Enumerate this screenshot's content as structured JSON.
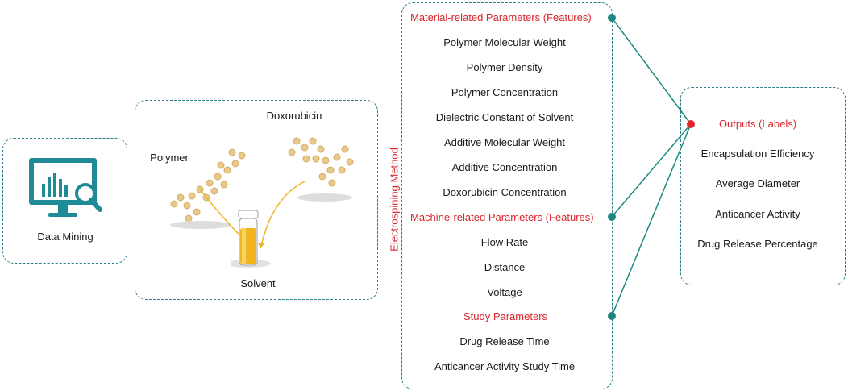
{
  "data_mining": {
    "label": "Data Mining",
    "icon": "monitor-chart-magnifier-icon"
  },
  "chemistry": {
    "polymer_label": "Polymer",
    "doxorubicin_label": "Doxorubicin",
    "solvent_label": "Solvent"
  },
  "method": {
    "label": "Electrospining Method"
  },
  "features": {
    "material_heading": "Material-related Parameters (Features)",
    "material_items": [
      "Polymer Molecular Weight",
      "Polymer Density",
      "Polymer Concentration",
      "Dielectric Constant of Solvent",
      "Additive Molecular Weight",
      "Additive Concentration",
      "Doxorubicin Concentration"
    ],
    "machine_heading": "Machine-related Parameters (Features)",
    "machine_items": [
      "Flow Rate",
      "Distance",
      "Voltage"
    ],
    "study_heading": "Study Parameters",
    "study_items": [
      "Drug Release Time",
      "Anticancer Activity Study Time"
    ]
  },
  "outputs": {
    "heading": "Outputs (Labels)",
    "items": [
      "Encapsulation Efficiency",
      "Average Diameter",
      "Anticancer Activity",
      "Drug Release Percentage"
    ]
  },
  "colors": {
    "accent": "#2a7c86",
    "heading": "#d9262c",
    "node_teal": "#1a8a80",
    "node_red": "#e0262b"
  }
}
